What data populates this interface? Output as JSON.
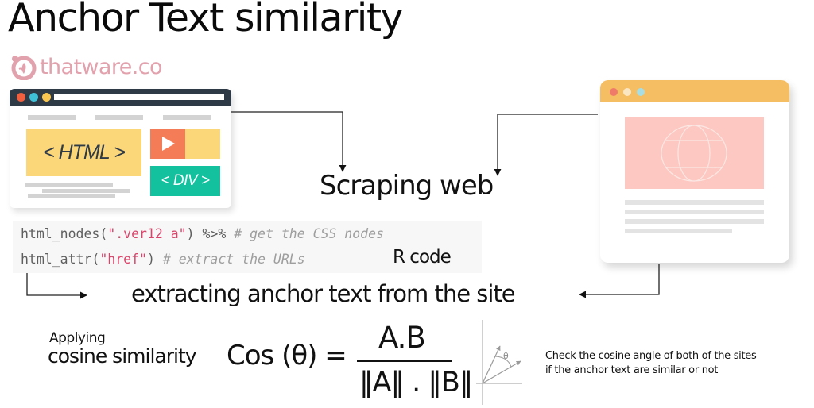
{
  "title": "Anchor Text similarity",
  "brand": {
    "name": "thatware.co",
    "color": "#e2a2ad"
  },
  "source_window": {
    "html_label": "< HTML >",
    "div_label": "< DIV >",
    "colors": {
      "titlebar": "#2f3a47",
      "html": "#fcd77a",
      "play": "#f47c57",
      "div": "#13c19e"
    },
    "dots": [
      "#f0603f",
      "#3fc1d8",
      "#f9c74f"
    ]
  },
  "target_window": {
    "colors": {
      "titlebar": "#f5be62",
      "hero": "#fdc8c2"
    },
    "dots": [
      "#ef7a6a",
      "#fbe6c2",
      "#a8dde3"
    ]
  },
  "steps": {
    "scraping": "Scraping web",
    "extracting": "extracting anchor text from the site"
  },
  "code": {
    "lang_label": "R code",
    "line1": {
      "fn": "html_nodes(",
      "str": "\".ver12 a\"",
      "rest": ") %>% ",
      "comment": "# get the CSS nodes"
    },
    "line2": {
      "fn": "html_attr(",
      "str": "\"href\"",
      "rest": ") ",
      "comment": "# extract the URLs"
    }
  },
  "formula": {
    "caption_line1": "Applying",
    "caption_line2": "cosine similarity",
    "lhs": "Cos (θ) =",
    "numerator": "A.B",
    "denominator": "‖A‖ . ‖B‖"
  },
  "angle_diagram": {
    "theta_label": "θ"
  },
  "note": {
    "line1": "Check the cosine angle of both of the sites",
    "line2": "if the anchor text are similar or not"
  }
}
